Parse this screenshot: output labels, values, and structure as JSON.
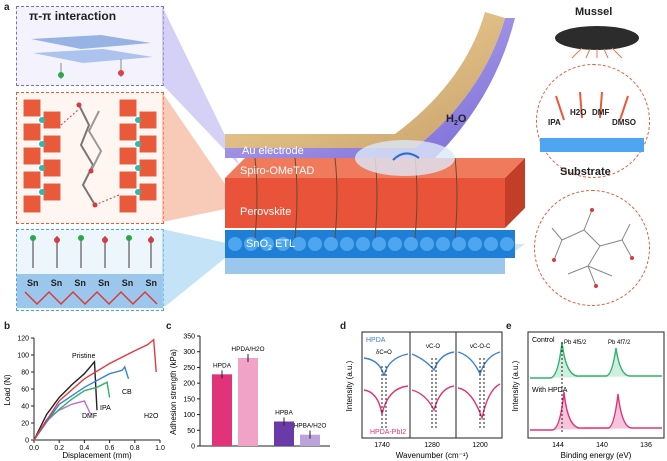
{
  "panel_a": {
    "label": "a",
    "inset_top_title": "π-π interaction",
    "inset_bottom_atoms": [
      "Sn",
      "Sn",
      "Sn",
      "Sn",
      "Sn",
      "Sn"
    ],
    "layers": {
      "au": "Au electrode",
      "spiro": "Spiro-OMeTAD",
      "perovskite": "Perovskite",
      "etl_prefix": "SnO",
      "etl_sub": "2",
      "etl_suffix": " ETL"
    },
    "water_prefix": "H",
    "water_sub": "2",
    "water_suffix": "O",
    "mussel": "Mussel",
    "solvents": [
      "IPA",
      "H2O",
      "DMF",
      "DMSO"
    ],
    "substrate": "Substrate"
  },
  "panel_b": {
    "label": "b",
    "ylabel": "Load (N)",
    "xlabel": "Displacement (mm)",
    "xticks": [
      "0.0",
      "0.2",
      "0.4",
      "0.6",
      "0.8",
      "1.0"
    ],
    "yticks": [
      "0",
      "20",
      "40",
      "60",
      "80",
      "100",
      "120"
    ],
    "curve_labels": [
      "Pristine",
      "DMF",
      "IPA",
      "CB",
      "H2O"
    ]
  },
  "panel_c": {
    "label": "c",
    "ylabel": "Adhesion strength (kPa)",
    "yticks": [
      "0",
      "50",
      "100",
      "150",
      "200",
      "250",
      "300",
      "350"
    ],
    "bar_labels": [
      "HPDA",
      "HPDA/H2O",
      "HPBA",
      "HPBA/H2O"
    ]
  },
  "panel_d": {
    "label": "d",
    "ylabel": "Intensity (a.u.)",
    "xlabel": "Wavenumber (cm⁻¹)",
    "xticks": [
      "1740",
      "1280",
      "1200"
    ],
    "legend": [
      "HPDA",
      "HPDA-PbI2"
    ],
    "annot": [
      "δC=O",
      "νC-O",
      "νC-O-C"
    ]
  },
  "panel_e": {
    "label": "e",
    "ylabel": "Intensity (a.u.)",
    "xlabel": "Binding energy (eV)",
    "xticks": [
      "144",
      "140",
      "136"
    ],
    "labels": [
      "Control",
      "With HPDA",
      "Pb 4f7/2",
      "Pb 4f5/2"
    ]
  },
  "chart_data": [
    {
      "type": "line",
      "xlabel": "Displacement (mm)",
      "ylabel": "Load (N)",
      "xlim": [
        0,
        1.0
      ],
      "ylim": [
        0,
        120
      ],
      "series": [
        {
          "name": "Pristine",
          "x": [
            0,
            0.1,
            0.2,
            0.3,
            0.4,
            0.48,
            0.5
          ],
          "y": [
            0,
            30,
            50,
            65,
            78,
            92,
            35
          ],
          "color": "#222222"
        },
        {
          "name": "DMF",
          "x": [
            0,
            0.1,
            0.2,
            0.3,
            0.4,
            0.45
          ],
          "y": [
            0,
            24,
            35,
            42,
            46,
            30
          ],
          "color": "#c26bd1"
        },
        {
          "name": "IPA",
          "x": [
            0,
            0.1,
            0.2,
            0.3,
            0.4,
            0.5,
            0.58,
            0.6
          ],
          "y": [
            0,
            22,
            36,
            48,
            58,
            62,
            68,
            50
          ],
          "color": "#2db36b"
        },
        {
          "name": "CB",
          "x": [
            0,
            0.2,
            0.4,
            0.5,
            0.6,
            0.7,
            0.72,
            0.75
          ],
          "y": [
            0,
            42,
            62,
            70,
            78,
            82,
            86,
            72
          ],
          "color": "#3d7fd9"
        },
        {
          "name": "H2O",
          "x": [
            0,
            0.2,
            0.4,
            0.6,
            0.8,
            0.9,
            0.95,
            0.97
          ],
          "y": [
            0,
            46,
            72,
            90,
            105,
            112,
            118,
            80
          ],
          "color": "#e23a3a"
        }
      ]
    },
    {
      "type": "bar",
      "ylabel": "Adhesion strength (kPa)",
      "ylim": [
        0,
        350
      ],
      "categories": [
        "HPDA",
        "HPDA/H2O",
        "HPBA",
        "HPBA/H2O"
      ],
      "values": [
        228,
        280,
        78,
        36
      ],
      "colors": [
        "#e0337a",
        "#f0a2c7",
        "#6a3aa8",
        "#bca3db"
      ]
    }
  ]
}
